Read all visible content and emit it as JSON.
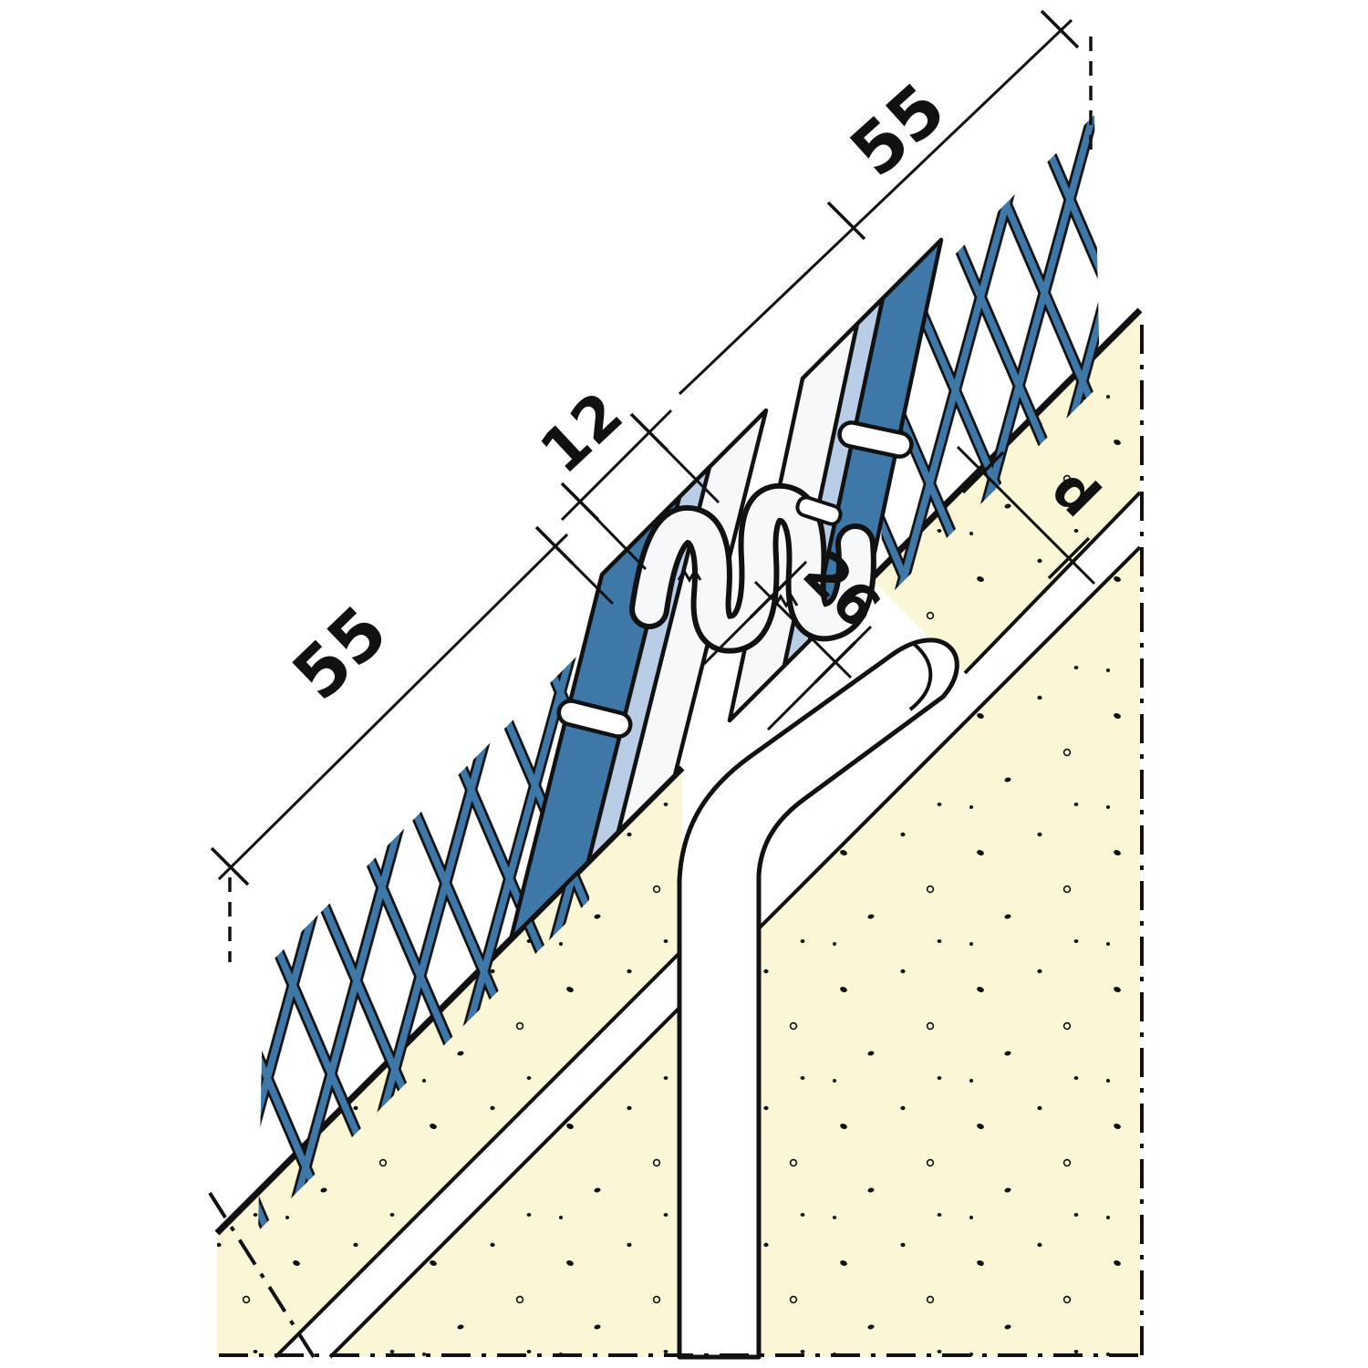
{
  "diagram": {
    "labels": {
      "mesh_width_left": "55",
      "mesh_width_right": "55",
      "joint_width": "12",
      "profile_face_width": "26",
      "plaster_thickness": "d"
    },
    "colors": {
      "mesh_blue": "#3d78a8",
      "profile_light_blue": "#b9cde6",
      "profile_white": "#f7f8fa",
      "plaster_yellow": "#fbf7d6",
      "outline": "#111111",
      "background": "#ffffff"
    }
  }
}
